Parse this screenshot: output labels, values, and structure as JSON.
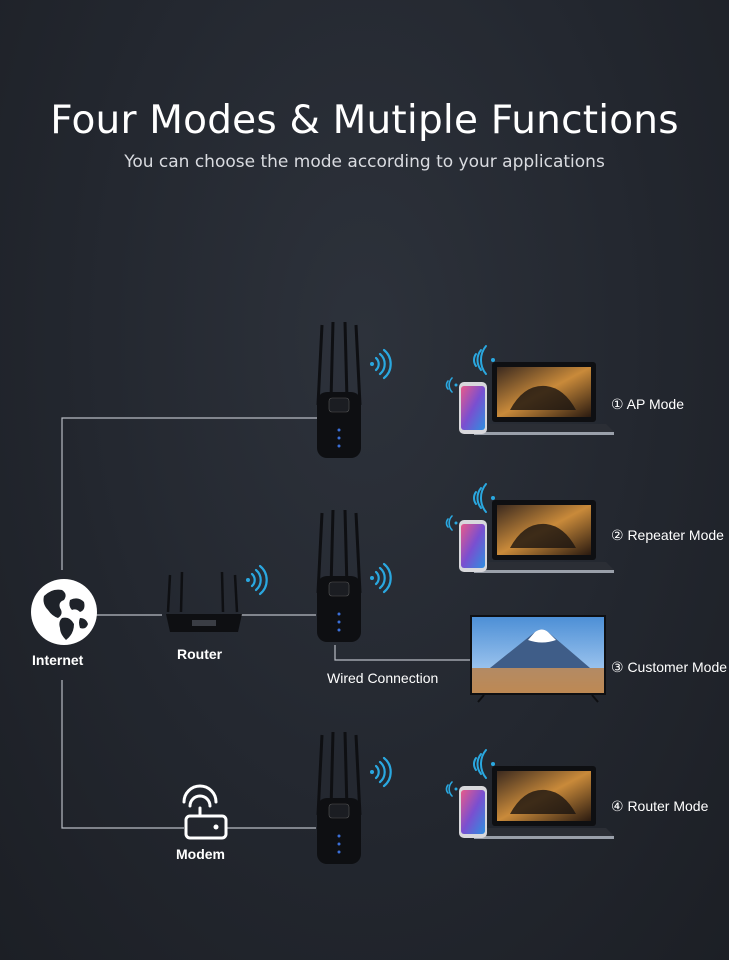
{
  "header": {
    "title": "Four Modes & Mutiple Functions",
    "subtitle": "You can choose the mode according to your applications"
  },
  "nodes": {
    "internet": "Internet",
    "router": "Router",
    "modem": "Modem",
    "wired": "Wired Connection"
  },
  "modes": [
    {
      "label": "① AP Mode"
    },
    {
      "label": "② Repeater Mode"
    },
    {
      "label": "③ Customer Mode"
    },
    {
      "label": "④ Router Mode"
    }
  ],
  "colors": {
    "wifi": "#2aa8e0",
    "line": "#b8bcc4",
    "device": "#0e0f12"
  },
  "icons": [
    "globe-icon",
    "wifi-signal-icon",
    "router-icon",
    "modem-icon",
    "repeater-icon",
    "laptop-icon",
    "phone-icon",
    "tv-icon"
  ]
}
